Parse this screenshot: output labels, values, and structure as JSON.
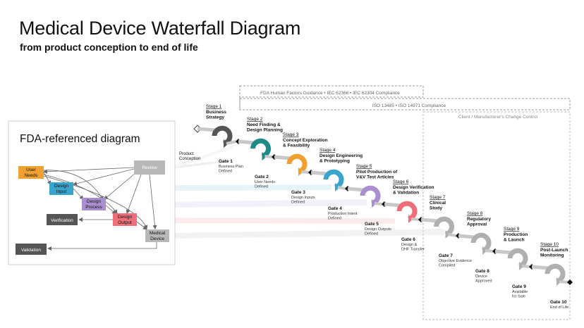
{
  "title": "Medical Device Waterfall Diagram",
  "subtitle": "from product conception to end of life",
  "compliance": {
    "fda": "FDA Human Factors Guidance • IEC 62366 • IEC 62304 Compliance",
    "iso": "ISO 13485 • ISO 14971 Compliance",
    "change": "Client / Manufacturer's Change Control"
  },
  "fda_panel": {
    "title": "FDA-referenced diagram",
    "user_needs": [
      "User",
      "Needs"
    ],
    "review": "Review",
    "design_input": [
      "Design",
      "Input"
    ],
    "design_process": [
      "Design",
      "Process"
    ],
    "design_output": [
      "Design",
      "Output"
    ],
    "verification": "Verification",
    "medical_device": [
      "Medical",
      "Device"
    ],
    "validation": "Validation"
  },
  "start_label": [
    "Product",
    "Conception"
  ],
  "stages": [
    {
      "num": "Stage 1",
      "name": [
        "Business",
        "Strategy"
      ],
      "color": "#555555"
    },
    {
      "num": "Stage 2",
      "name": [
        "Need Finding &",
        "Design Planning"
      ],
      "color": "#1e8a8a"
    },
    {
      "num": "Stage 3",
      "name": [
        "Concept Exploration",
        "& Feasibility"
      ],
      "color": "#f0a030"
    },
    {
      "num": "Stage 4",
      "name": [
        "Design Engineering",
        "& Prototyping"
      ],
      "color": "#3aa5cc"
    },
    {
      "num": "Stage 5",
      "name": [
        "Pilot Production of",
        "V&V Test Articles"
      ],
      "color": "#a98ed0"
    },
    {
      "num": "Stage 6",
      "name": [
        "Design Verification",
        "& Validation"
      ],
      "color": "#ee6f7a"
    },
    {
      "num": "Stage 7",
      "name": [
        "Clinical",
        "Study"
      ],
      "color": "#b0b0b0"
    },
    {
      "num": "Stage 8",
      "name": [
        "Regulatory",
        "Approval"
      ],
      "color": "#b0b0b0"
    },
    {
      "num": "Stage 9",
      "name": [
        "Production",
        "& Launch"
      ],
      "color": "#b0b0b0"
    },
    {
      "num": "Stage 10",
      "name": [
        "Post-Launch",
        "Monitoring"
      ],
      "color": "#b0b0b0"
    }
  ],
  "gates": [
    {
      "num": "Gate 1",
      "desc": [
        "Business Plan",
        "Defined"
      ]
    },
    {
      "num": "Gate 2",
      "desc": [
        "User Needs",
        "Defined"
      ]
    },
    {
      "num": "Gate 3",
      "desc": [
        "Design Inputs",
        "Defined"
      ]
    },
    {
      "num": "Gate 4",
      "desc": [
        "Production Intent",
        "Defined"
      ]
    },
    {
      "num": "Gate 5",
      "desc": [
        "Design Outputs",
        "Defined"
      ]
    },
    {
      "num": "Gate 6",
      "desc": [
        "Design &",
        "DHF Transfer"
      ]
    },
    {
      "num": "Gate 7",
      "desc": [
        "Objective Evidence",
        "Compiled"
      ]
    },
    {
      "num": "Gate 8",
      "desc": [
        "Device",
        "Approved"
      ]
    },
    {
      "num": "Gate 9",
      "desc": [
        "Available",
        "for Sale"
      ]
    },
    {
      "num": "Gate 10",
      "desc": [
        "End of Life"
      ]
    }
  ]
}
